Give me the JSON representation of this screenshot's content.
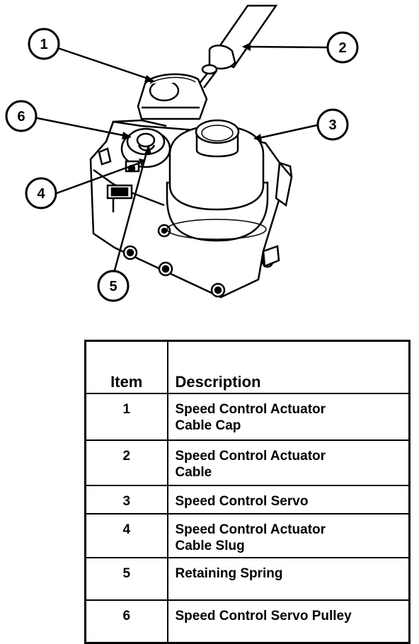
{
  "callouts": [
    "1",
    "2",
    "3",
    "4",
    "5",
    "6"
  ],
  "table": {
    "headers": {
      "item": "Item",
      "description": "Description"
    },
    "rows": [
      {
        "item": "1",
        "description": "Speed Control Actuator Cable Cap"
      },
      {
        "item": "2",
        "description": "Speed Control Actuator Cable"
      },
      {
        "item": "3",
        "description": "Speed Control Servo"
      },
      {
        "item": "4",
        "description": "Speed Control Actuator Cable Slug"
      },
      {
        "item": "5",
        "description": "Retaining Spring"
      },
      {
        "item": "6",
        "description": "Speed Control Servo Pulley"
      }
    ]
  }
}
